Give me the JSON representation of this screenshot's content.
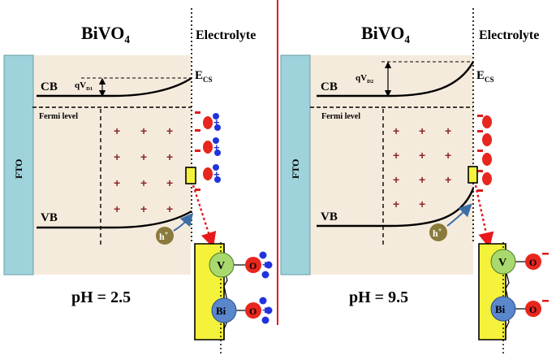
{
  "colors": {
    "fto": "#9ed3dc",
    "depletion": "#f5ebdc",
    "divider": "#e8191d",
    "electrode": "#f4f23a",
    "oxygen": "#e8261d",
    "proton": "#2233dd",
    "vanadium": "#a9d86e",
    "bismuth": "#5a86cc",
    "hole": "#8a7a3c",
    "plus": "#8b2a2a"
  },
  "left": {
    "title_main": "BiVO",
    "title_sub": "4",
    "electrolyte": "Electrolyte",
    "fto": "FTO",
    "cb": "CB",
    "vb": "VB",
    "fermi": "Fermi level",
    "qv_main": "qV",
    "qv_sub": "D1",
    "ecs_main": "E",
    "ecs_sub": "CS",
    "hole_main": "h",
    "hole_sup": "+",
    "v_atom": "V",
    "bi_atom": "Bi",
    "o_atom": "O",
    "ph": "pH = 2.5"
  },
  "right": {
    "title_main": "BiVO",
    "title_sub": "4",
    "electrolyte": "Electrolyte",
    "fto": "FTO",
    "cb": "CB",
    "vb": "VB",
    "fermi": "Fermi level",
    "qv_main": "qV",
    "qv_sub": "D2",
    "ecs_main": "E",
    "ecs_sub": "CS",
    "hole_main": "h",
    "hole_sup": "+",
    "v_atom": "V",
    "bi_atom": "Bi",
    "o_atom": "O",
    "ph": "pH = 9.5"
  }
}
